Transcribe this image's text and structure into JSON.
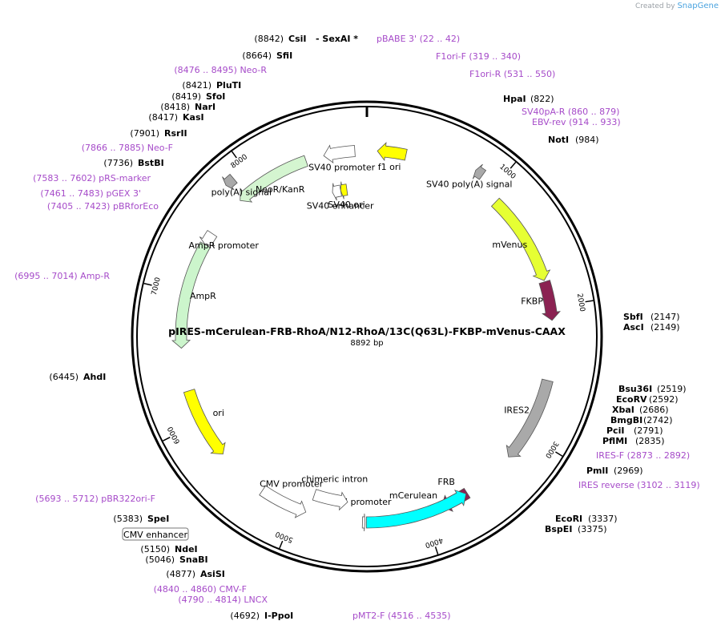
{
  "credit": {
    "prefix": "Created by",
    "brand": "SnapGene"
  },
  "plasmid": {
    "name": "pIRES-mCerulean-FRB-RhoA/N12-RhoA/13C(Q63L)-FKBP-mVenus-CAAX",
    "length_label": "8892 bp",
    "length": 8892
  },
  "colors": {
    "site_text": "#000000",
    "primer_text": "#a64bc9",
    "backbone": "#000000",
    "ticks": "#000000"
  },
  "ruler": [
    {
      "pos": 1000,
      "label": "1000"
    },
    {
      "pos": 2000,
      "label": "2000"
    },
    {
      "pos": 3000,
      "label": "3000"
    },
    {
      "pos": 4000,
      "label": "4000"
    },
    {
      "pos": 5000,
      "label": "5000"
    },
    {
      "pos": 6000,
      "label": "6000"
    },
    {
      "pos": 7000,
      "label": "7000"
    },
    {
      "pos": 8000,
      "label": "8000"
    }
  ],
  "features": [
    {
      "name": "SV40 promoter",
      "start": 8800,
      "end": 8560,
      "ring": 3,
      "color": "#ffffff",
      "label": "SV40 promoter"
    },
    {
      "name": "f1 ori",
      "start": 300,
      "end": 80,
      "ring": 3,
      "color": "#ffff00",
      "label": "f1 ori"
    },
    {
      "name": "NeoR/KanR",
      "start": 8420,
      "end": 7830,
      "ring": 3,
      "color": "#d4f5d0",
      "label": "NeoR/KanR"
    },
    {
      "name": "SV40 poly(A) signal (left)",
      "start": 7900,
      "end": 7830,
      "ring": 5,
      "color": "#a9a9a9",
      "label": "poly(A) signal"
    },
    {
      "name": "SV40 poly(A) signal (right)",
      "start": 880,
      "end": 820,
      "ring": 4,
      "color": "#a9a9a9",
      "label": "SV40 poly(A) signal"
    },
    {
      "name": "SV40 ori",
      "start": 8700,
      "end": 8640,
      "ring": 6,
      "color": "#ffff00",
      "label": "SV40 ori"
    },
    {
      "name": "SV40 enhancer",
      "start": 8640,
      "end": 8560,
      "ring": 6,
      "color": "#ffffff",
      "label": "SV40 enhancer"
    },
    {
      "name": "mVenus",
      "start": 1080,
      "end": 1790,
      "ring": 3,
      "color": "#e6ff33",
      "label": "mVenus"
    },
    {
      "name": "FKBP",
      "start": 1800,
      "end": 2100,
      "ring": 3,
      "color": "#8b2252",
      "label": "FKBP"
    },
    {
      "name": "IRES2",
      "start": 2560,
      "end": 3220,
      "ring": 3,
      "color": "#a9a9a9",
      "label": "IRES2"
    },
    {
      "name": "FRB",
      "start": 3640,
      "end": 3860,
      "ring": 3,
      "color": "#8b2252",
      "label": "FRB"
    },
    {
      "name": "mCerulean",
      "start": 4450,
      "end": 3650,
      "ring": 3,
      "color": "#00ffff",
      "label": "mCerulean"
    },
    {
      "name": "T7 promoter",
      "start": 4480,
      "end": 4460,
      "ring": 3,
      "color": "#ffffff",
      "label": "T7 promoter"
    },
    {
      "name": "chimeric intron",
      "start": 4900,
      "end": 4610,
      "ring": 2,
      "color": "#ffffff",
      "label": "chimeric intron"
    },
    {
      "name": "CMV promoter",
      "start": 5290,
      "end": 4920,
      "ring": 3,
      "color": "#ffffff",
      "label": "CMV promoter"
    },
    {
      "name": "ori",
      "start": 6250,
      "end": 5700,
      "ring": 3,
      "color": "#ffff00",
      "label": "ori"
    },
    {
      "name": "AmpR",
      "start": 7400,
      "end": 6580,
      "ring": 3,
      "color": "#ccf5cc",
      "label": "AmpR"
    },
    {
      "name": "AmpR promoter",
      "start": 7500,
      "end": 7400,
      "ring": 3,
      "color": "#ffffff",
      "label": "AmpR promoter"
    }
  ],
  "sites": [
    {
      "name": "CsiI",
      "pos": "8842",
      "label_pos": "(8842)",
      "extra": "-  SexAI *"
    },
    {
      "name": "SfiI",
      "pos": "8664",
      "label_pos": "(8664)"
    },
    {
      "name": "PluTI",
      "pos": "8421",
      "label_pos": "(8421)"
    },
    {
      "name": "SfoI",
      "pos": "8419",
      "label_pos": "(8419)"
    },
    {
      "name": "NarI",
      "pos": "8418",
      "label_pos": "(8418)"
    },
    {
      "name": "KasI",
      "pos": "8417",
      "label_pos": "(8417)"
    },
    {
      "name": "RsrII",
      "pos": "7901",
      "label_pos": "(7901)"
    },
    {
      "name": "BstBI",
      "pos": "7736",
      "label_pos": "(7736)"
    },
    {
      "name": "AhdI",
      "pos": "6445",
      "label_pos": "(6445)"
    },
    {
      "name": "SpeI",
      "pos": "5383",
      "label_pos": "(5383)"
    },
    {
      "name": "NdeI",
      "pos": "5150",
      "label_pos": "(5150)"
    },
    {
      "name": "SnaBI",
      "pos": "5046",
      "label_pos": "(5046)"
    },
    {
      "name": "AsiSI",
      "pos": "4877",
      "label_pos": "(4877)"
    },
    {
      "name": "I-PpoI",
      "pos": "4692",
      "label_pos": "(4692)"
    },
    {
      "name": "HpaI",
      "pos": "822",
      "label_pos": "(822)"
    },
    {
      "name": "NotI",
      "pos": "984",
      "label_pos": "(984)"
    },
    {
      "name": "SbfI",
      "pos": "2147",
      "label_pos": "(2147)"
    },
    {
      "name": "AscI",
      "pos": "2149",
      "label_pos": "(2149)"
    },
    {
      "name": "Bsu36I",
      "pos": "2519",
      "label_pos": "(2519)"
    },
    {
      "name": "EcoRV",
      "pos": "2592",
      "label_pos": "(2592)"
    },
    {
      "name": "XbaI",
      "pos": "2686",
      "label_pos": "(2686)"
    },
    {
      "name": "BmgBI",
      "pos": "2742",
      "label_pos": "(2742)"
    },
    {
      "name": "PciI",
      "pos": "2791",
      "label_pos": "(2791)"
    },
    {
      "name": "PflMI",
      "pos": "2835",
      "label_pos": "(2835)"
    },
    {
      "name": "PmlI",
      "pos": "2969",
      "label_pos": "(2969)"
    },
    {
      "name": "EcoRI",
      "pos": "3337",
      "label_pos": "(3337)"
    },
    {
      "name": "BspEI",
      "pos": "3375",
      "label_pos": "(3375)"
    }
  ],
  "primers": [
    {
      "name": "pBABE 3'",
      "range": "(22 .. 42)",
      "pos": 32
    },
    {
      "name": "F1ori-F",
      "range": "(319 .. 340)",
      "pos": 330
    },
    {
      "name": "F1ori-R",
      "range": "(531 .. 550)",
      "pos": 540
    },
    {
      "name": "SV40pA-R",
      "range": "(860 .. 879)",
      "pos": 870
    },
    {
      "name": "EBV-rev",
      "range": "(914 .. 933)",
      "pos": 924
    },
    {
      "name": "IRES-F",
      "range": "(2873 .. 2892)",
      "pos": 2882
    },
    {
      "name": "IRES reverse",
      "range": "(3102 .. 3119)",
      "pos": 3110
    },
    {
      "name": "pMT2-F",
      "range": "(4516 .. 4535)",
      "pos": 4525
    },
    {
      "name": "LNCX",
      "range": "(4790 .. 4814)",
      "pos": 4802
    },
    {
      "name": "CMV-F",
      "range": "(4840 .. 4860)",
      "pos": 4850
    },
    {
      "name": "pBR322ori-F",
      "range": "(5693 .. 5712)",
      "pos": 5702
    },
    {
      "name": "Amp-R",
      "range": "(6995 .. 7014)",
      "pos": 7004
    },
    {
      "name": "pBRforEco",
      "range": "(7405 .. 7423)",
      "pos": 7414
    },
    {
      "name": "pGEX 3'",
      "range": "(7461 .. 7483)",
      "pos": 7472
    },
    {
      "name": "pRS-marker",
      "range": "(7583 .. 7602)",
      "pos": 7592
    },
    {
      "name": "Neo-F",
      "range": "(7866 .. 7885)",
      "pos": 7875
    },
    {
      "name": "Neo-R",
      "range": "(8476 .. 8495)",
      "pos": 8485
    }
  ],
  "boxed_labels": [
    {
      "name": "CMV enhancer",
      "label": "CMV enhancer"
    }
  ]
}
